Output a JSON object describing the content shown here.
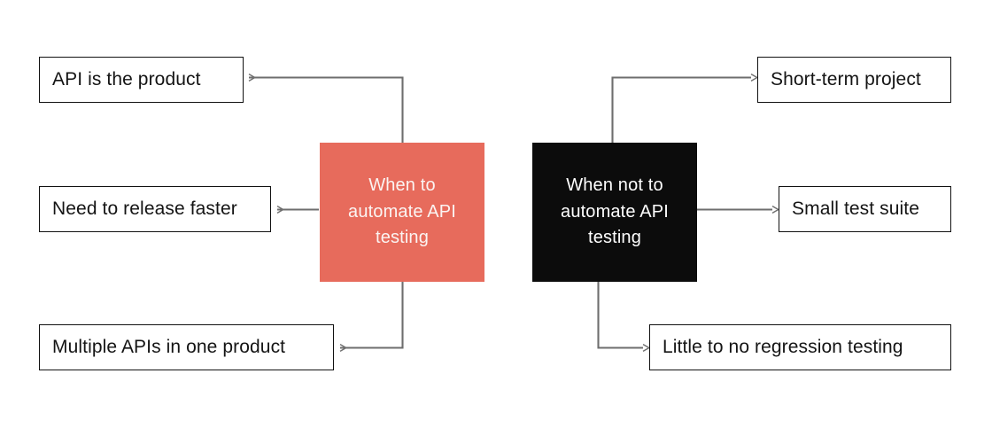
{
  "diagram": {
    "title_hidden": "",
    "background_color": "#ffffff",
    "connector_color": "#6E6E6E",
    "box_border_color": "#111111",
    "accent_red": "#E76B5C",
    "accent_black": "#0C0C0C"
  },
  "hubs": [
    {
      "id": "when-to-automate",
      "label": "When to automate API testing",
      "fill": "#E76B5C",
      "text_color": "#FBF4F2"
    },
    {
      "id": "when-not-to-automate",
      "label": "When not to automate API testing",
      "fill": "#0C0C0C",
      "text_color": "#FFFFFF"
    }
  ],
  "left_branch": {
    "hub": "When to automate API testing",
    "items": [
      {
        "label": "API is the product"
      },
      {
        "label": "Need to release faster"
      },
      {
        "label": "Multiple APIs in one product"
      }
    ]
  },
  "right_branch": {
    "hub": "When not to automate API testing",
    "items": [
      {
        "label": "Short-term project"
      },
      {
        "label": "Small test suite"
      },
      {
        "label": "Little to no regression testing"
      }
    ]
  }
}
